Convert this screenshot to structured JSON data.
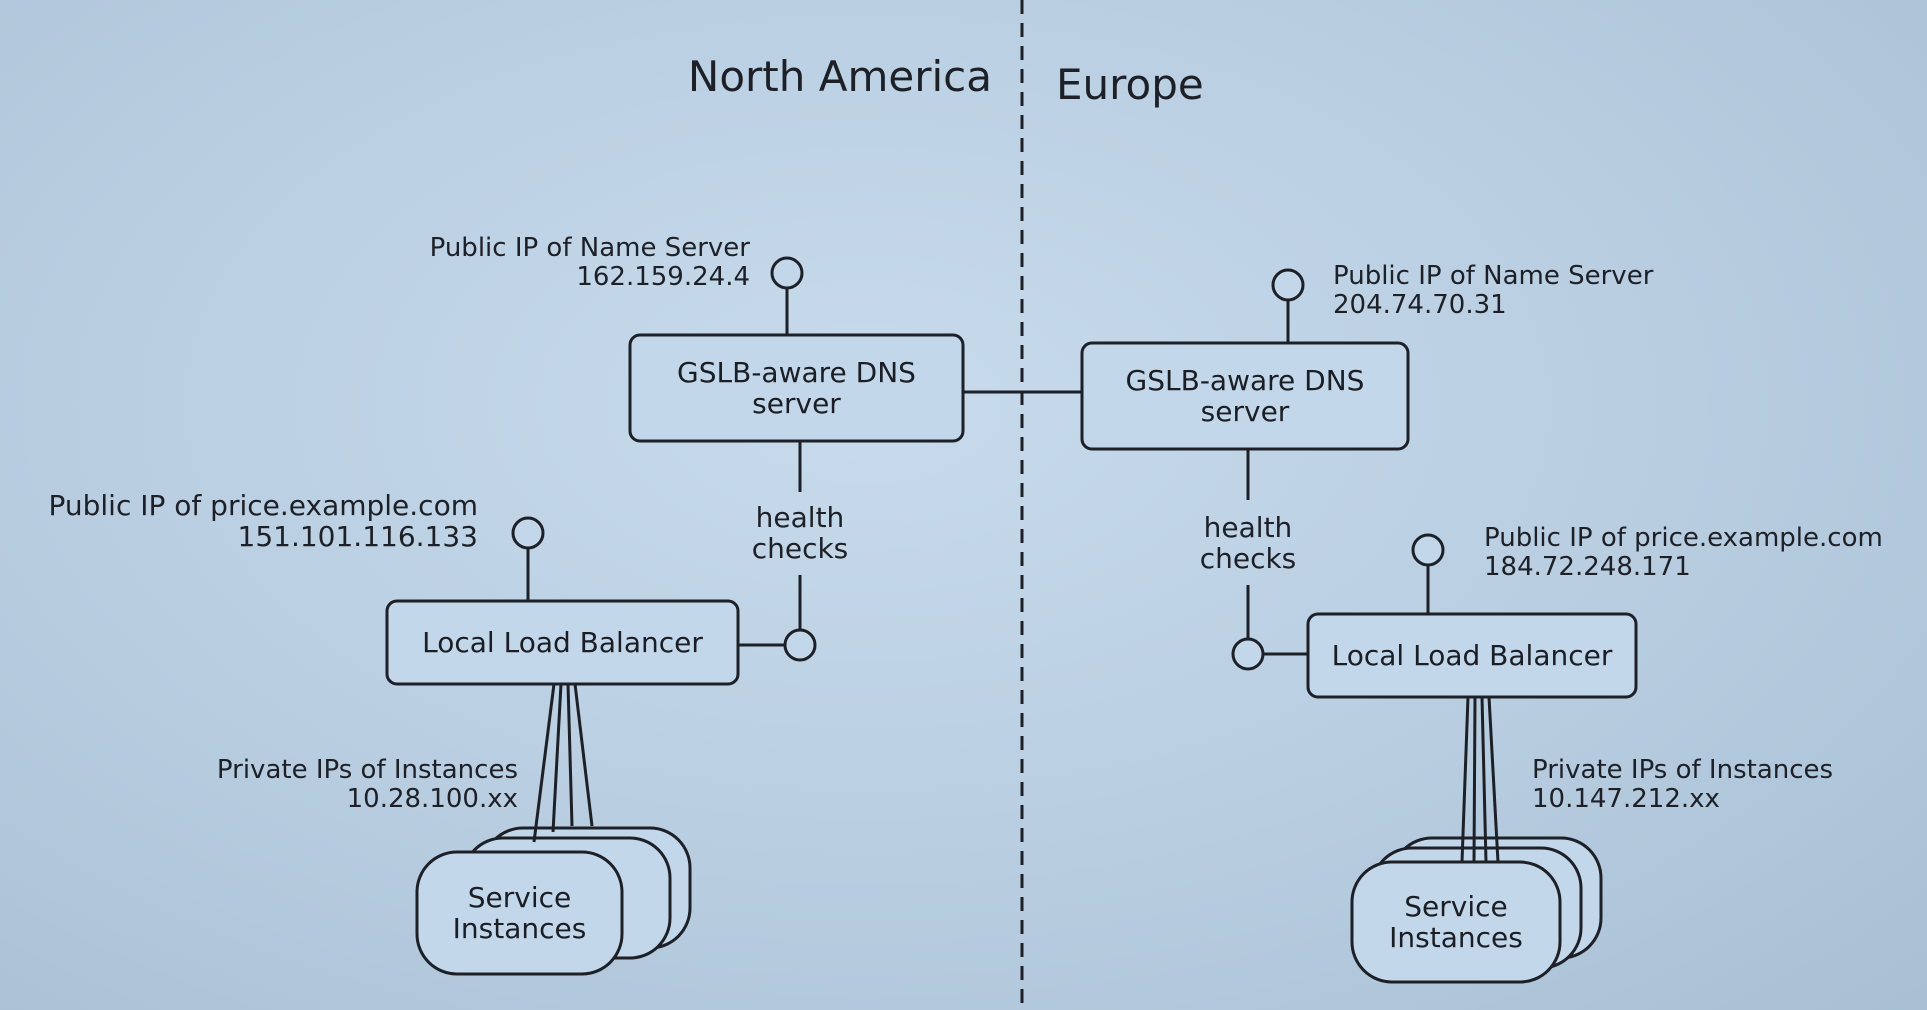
{
  "regions": {
    "left": "North America",
    "right": "Europe"
  },
  "north_america": {
    "dns_server": {
      "label_line1": "GSLB-aware DNS",
      "label_line2": "server",
      "ip_caption": "Public IP of Name Server",
      "ip_value": "162.159.24.4"
    },
    "health_checks": {
      "line1": "health",
      "line2": "checks"
    },
    "load_balancer": {
      "label": "Local Load Balancer",
      "ip_caption": "Public IP of price.example.com",
      "ip_value": "151.101.116.133"
    },
    "instances": {
      "ip_caption": "Private IPs of Instances",
      "ip_value": "10.28.100.xx",
      "label_line1": "Service",
      "label_line2": "Instances"
    }
  },
  "europe": {
    "dns_server": {
      "label_line1": "GSLB-aware DNS",
      "label_line2": "server",
      "ip_caption": "Public IP of Name Server",
      "ip_value": "204.74.70.31"
    },
    "health_checks": {
      "line1": "health",
      "line2": "checks"
    },
    "load_balancer": {
      "label": "Local Load Balancer",
      "ip_caption": "Public IP of price.example.com",
      "ip_value": "184.72.248.171"
    },
    "instances": {
      "ip_caption": "Private IPs of Instances",
      "ip_value": "10.147.212.xx",
      "label_line1": "Service",
      "label_line2": "Instances"
    }
  },
  "colors": {
    "background": "#b9cee0",
    "stroke": "#1d2027"
  }
}
